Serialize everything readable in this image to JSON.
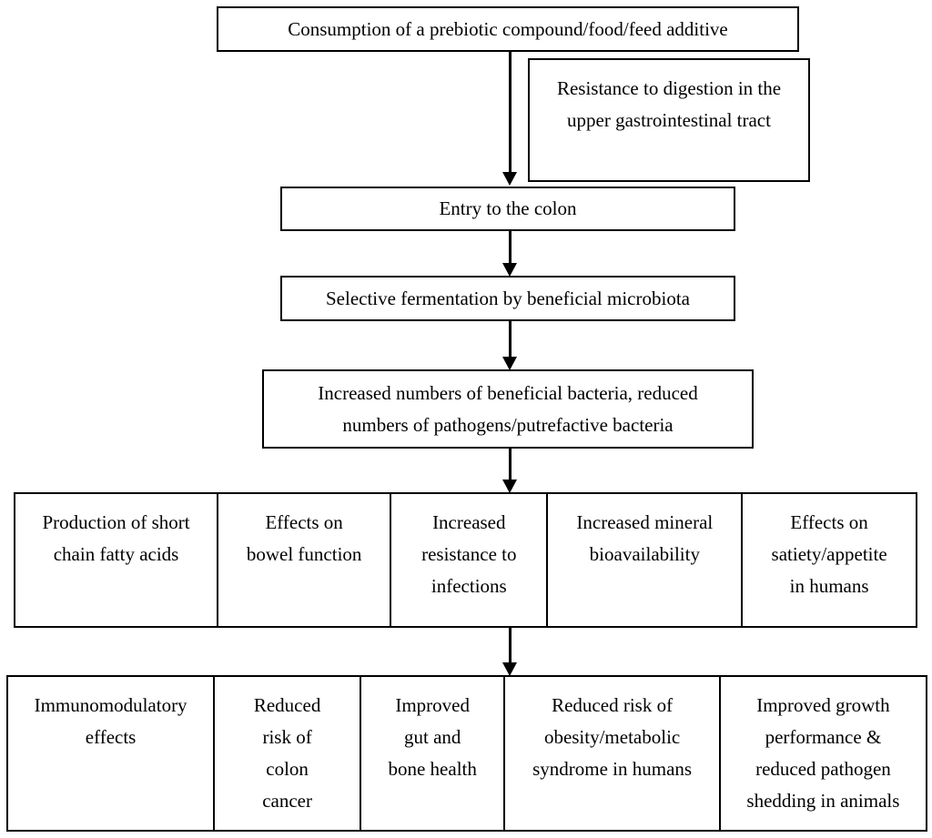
{
  "flowchart": {
    "consumption": {
      "label": "Consumption of a prebiotic compound/food/feed additive"
    },
    "resistance_note": {
      "label": "Resistance to digestion in the\nupper gastrointestinal tract"
    },
    "entry": {
      "label": "Entry to the colon"
    },
    "fermentation": {
      "label": "Selective fermentation by beneficial microbiota"
    },
    "bacteria_shift": {
      "label": "Increased numbers of beneficial bacteria, reduced\nnumbers of pathogens/putrefactive bacteria"
    },
    "effects_primary": {
      "cells": [
        {
          "label": "Production of short\nchain fatty acids"
        },
        {
          "label": "Effects on\nbowel function"
        },
        {
          "label": "Increased\nresistance to\ninfections"
        },
        {
          "label": "Increased mineral\nbioavailability"
        },
        {
          "label": "Effects on\nsatiety/appetite\nin humans"
        }
      ]
    },
    "effects_secondary": {
      "cells": [
        {
          "label": "Immunomodulatory\neffects"
        },
        {
          "label": "Reduced\nrisk of\ncolon\ncancer"
        },
        {
          "label": "Improved\ngut and\nbone health"
        },
        {
          "label": "Reduced risk of\nobesity/metabolic\nsyndrome in humans"
        },
        {
          "label": "Improved growth\nperformance &\nreduced pathogen\nshedding in animals"
        }
      ]
    },
    "colors": {
      "line": "#000000",
      "background": "#ffffff",
      "text": "#000000"
    }
  }
}
